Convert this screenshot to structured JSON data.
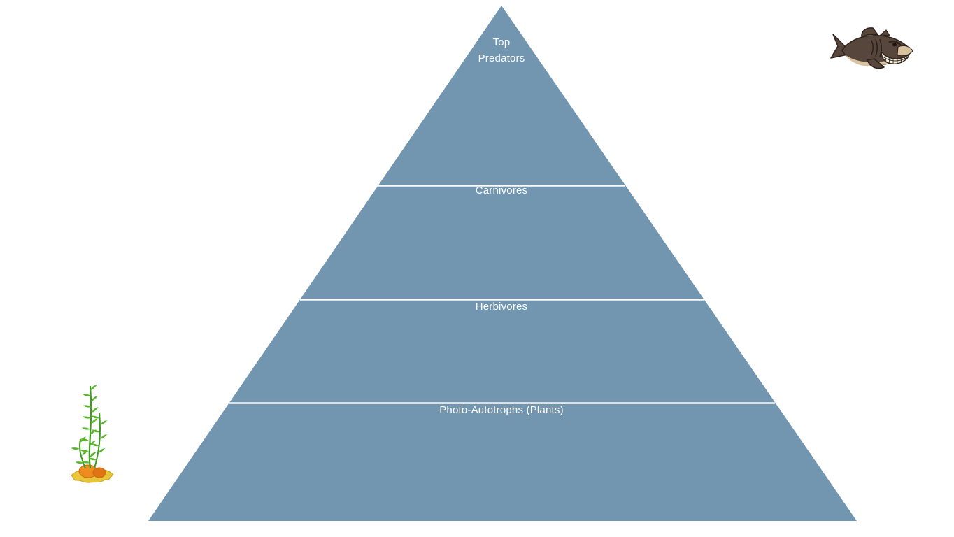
{
  "page": {
    "background_color": "#FFFFFF"
  },
  "pyramid": {
    "fill_color": "#7396B0",
    "divider_color": "#FBFBFB",
    "label_color": "#FFFFFF",
    "levels": [
      {
        "name": "top-predators",
        "label": "Top Predators"
      },
      {
        "name": "carnivores",
        "label": "Carnivores"
      },
      {
        "name": "herbivores",
        "label": "Herbivores"
      },
      {
        "name": "photo-autotrophs",
        "label": "Photo-Autotrophs (Plants)"
      }
    ]
  },
  "decorations": {
    "shark_icon": "cartoon-shark",
    "seaweed_icon": "seaweed-on-sand"
  }
}
